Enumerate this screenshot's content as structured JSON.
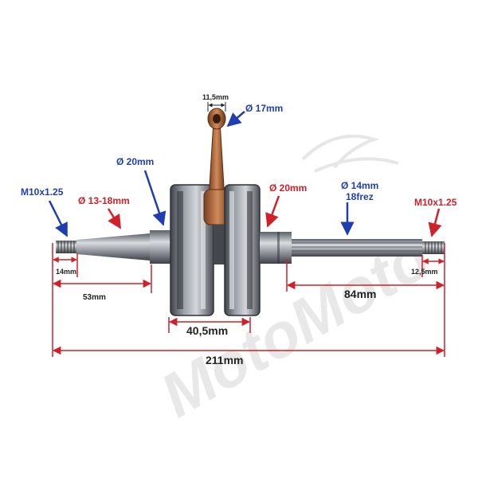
{
  "watermark": {
    "text": "MotoMoto"
  },
  "labels": {
    "conrod_width": "11,5mm",
    "small_end_dia": "Ø 17mm",
    "left_bearing_dia": "Ø 20mm",
    "left_thread": "M10x1.25",
    "left_taper": "Ø 13-18mm",
    "right_bearing_dia": "Ø 20mm",
    "spline_dia": "Ø 14mm",
    "spline_teeth": "18frez",
    "right_thread": "M10x1.25",
    "left_thread_len": "14mm",
    "right_thread_len": "12,5mm",
    "left_shaft_len": "53mm",
    "right_shaft_len": "84mm",
    "web_width": "40,5mm",
    "total_len": "211mm"
  },
  "colors": {
    "blue": "#1f3fb0",
    "red": "#d0202a",
    "bronze": "#b86a3e",
    "steel": "#8a8f96"
  }
}
